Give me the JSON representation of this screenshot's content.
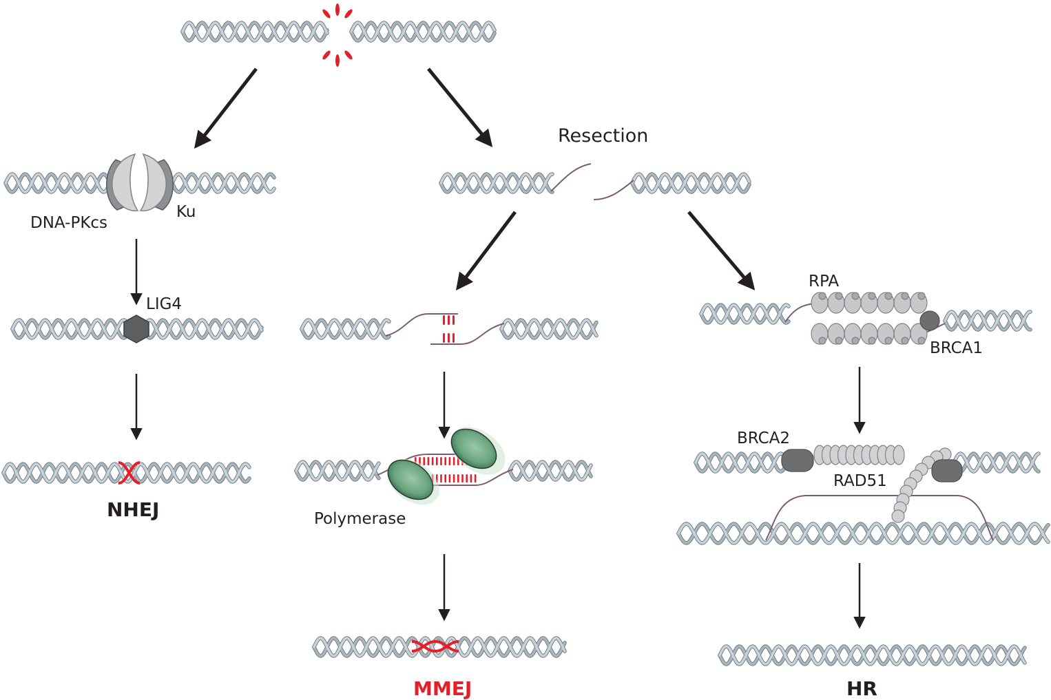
{
  "labels": {
    "resection": "Resection",
    "dna_pkcs": "DNA-PKcs",
    "ku": "Ku",
    "lig4": "LIG4",
    "polymerase": "Polymerase",
    "rpa": "RPA",
    "brca1": "BRCA1",
    "brca2": "BRCA2",
    "rad51": "RAD51"
  },
  "outcomes": {
    "nhej": "NHEJ",
    "mmej": "MMEJ",
    "hr": "HR"
  },
  "colors": {
    "dna_strand": "#a9b6bc",
    "dna_dark": "#6f7e86",
    "ssdna": "#7d5a73",
    "repair": "#e3202a",
    "protein_light": "#d3d3d3",
    "protein_dark": "#6d6e70",
    "polymerase": "#5b9a74",
    "arrow": "#231f20"
  }
}
